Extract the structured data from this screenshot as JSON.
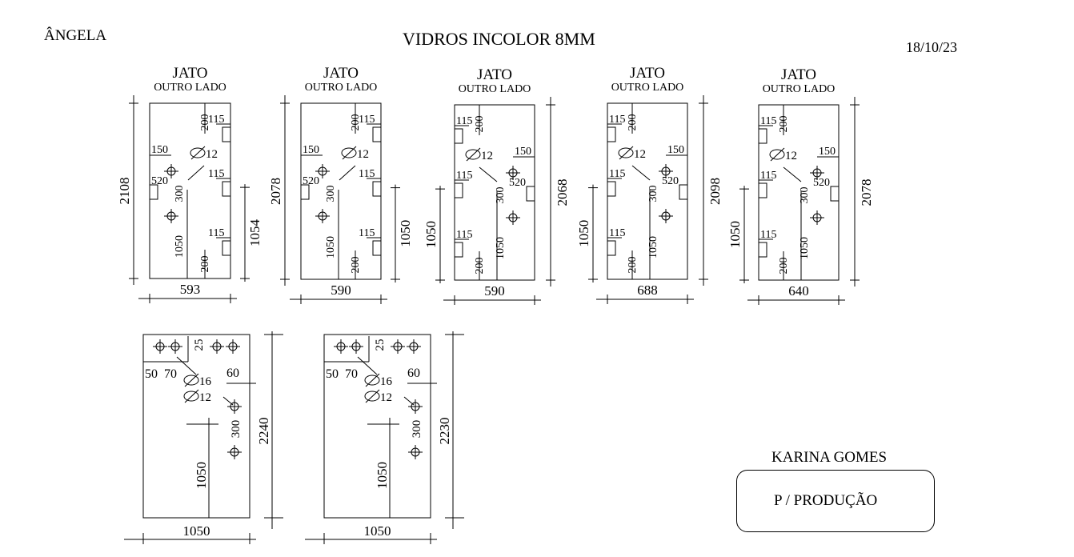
{
  "header": {
    "client": "ÂNGELA",
    "title": "VIDROS INCOLOR 8MM",
    "date": "18/10/23"
  },
  "footer": {
    "customer": "KARINA GOMES",
    "status": "P / PRODUÇÃO"
  },
  "panels": [
    {
      "finish": "JATO",
      "finish_note": "OUTRO LADO",
      "height": "2108",
      "width": "593",
      "hole_dia": "∅12",
      "handle_height": "1054",
      "labels": [
        "115",
        "200",
        "150",
        "520",
        "300",
        "115",
        "115",
        "1050",
        "200"
      ]
    },
    {
      "finish": "JATO",
      "finish_note": "OUTRO LADO",
      "height": "2078",
      "width": "590",
      "hole_dia": "∅12",
      "handle_height": "1050",
      "labels": [
        "115",
        "200",
        "150",
        "520",
        "300",
        "115",
        "115",
        "1050",
        "200"
      ]
    },
    {
      "finish": "JATO",
      "finish_note": "OUTRO LADO",
      "height": "2068",
      "width": "590",
      "hole_dia": "∅12",
      "handle_height": "1050",
      "labels": [
        "115",
        "200",
        "150",
        "520",
        "300",
        "115",
        "115",
        "1050",
        "200"
      ]
    },
    {
      "finish": "JATO",
      "finish_note": "OUTRO LADO",
      "height": "2098",
      "width": "688",
      "hole_dia": "∅12",
      "handle_height": "1050",
      "labels": [
        "115",
        "200",
        "150",
        "520",
        "300",
        "115",
        "115",
        "1050",
        "200"
      ]
    },
    {
      "finish": "JATO",
      "finish_note": "OUTRO LADO",
      "height": "2078",
      "width": "640",
      "hole_dia": "∅12",
      "handle_height": "1050",
      "labels": [
        "115",
        "200",
        "150",
        "520",
        "300",
        "115",
        "115",
        "1050",
        "200"
      ]
    }
  ],
  "fixed_panels": [
    {
      "height": "2240",
      "width": "1050",
      "hole_small": "∅12",
      "hole_large": "∅16",
      "labels": [
        "25",
        "50",
        "70",
        "60",
        "300",
        "1050"
      ]
    },
    {
      "height": "2230",
      "width": "1050",
      "hole_small": "∅12",
      "hole_large": "∅16",
      "labels": [
        "25",
        "50",
        "70",
        "60",
        "300",
        "1050"
      ]
    }
  ]
}
